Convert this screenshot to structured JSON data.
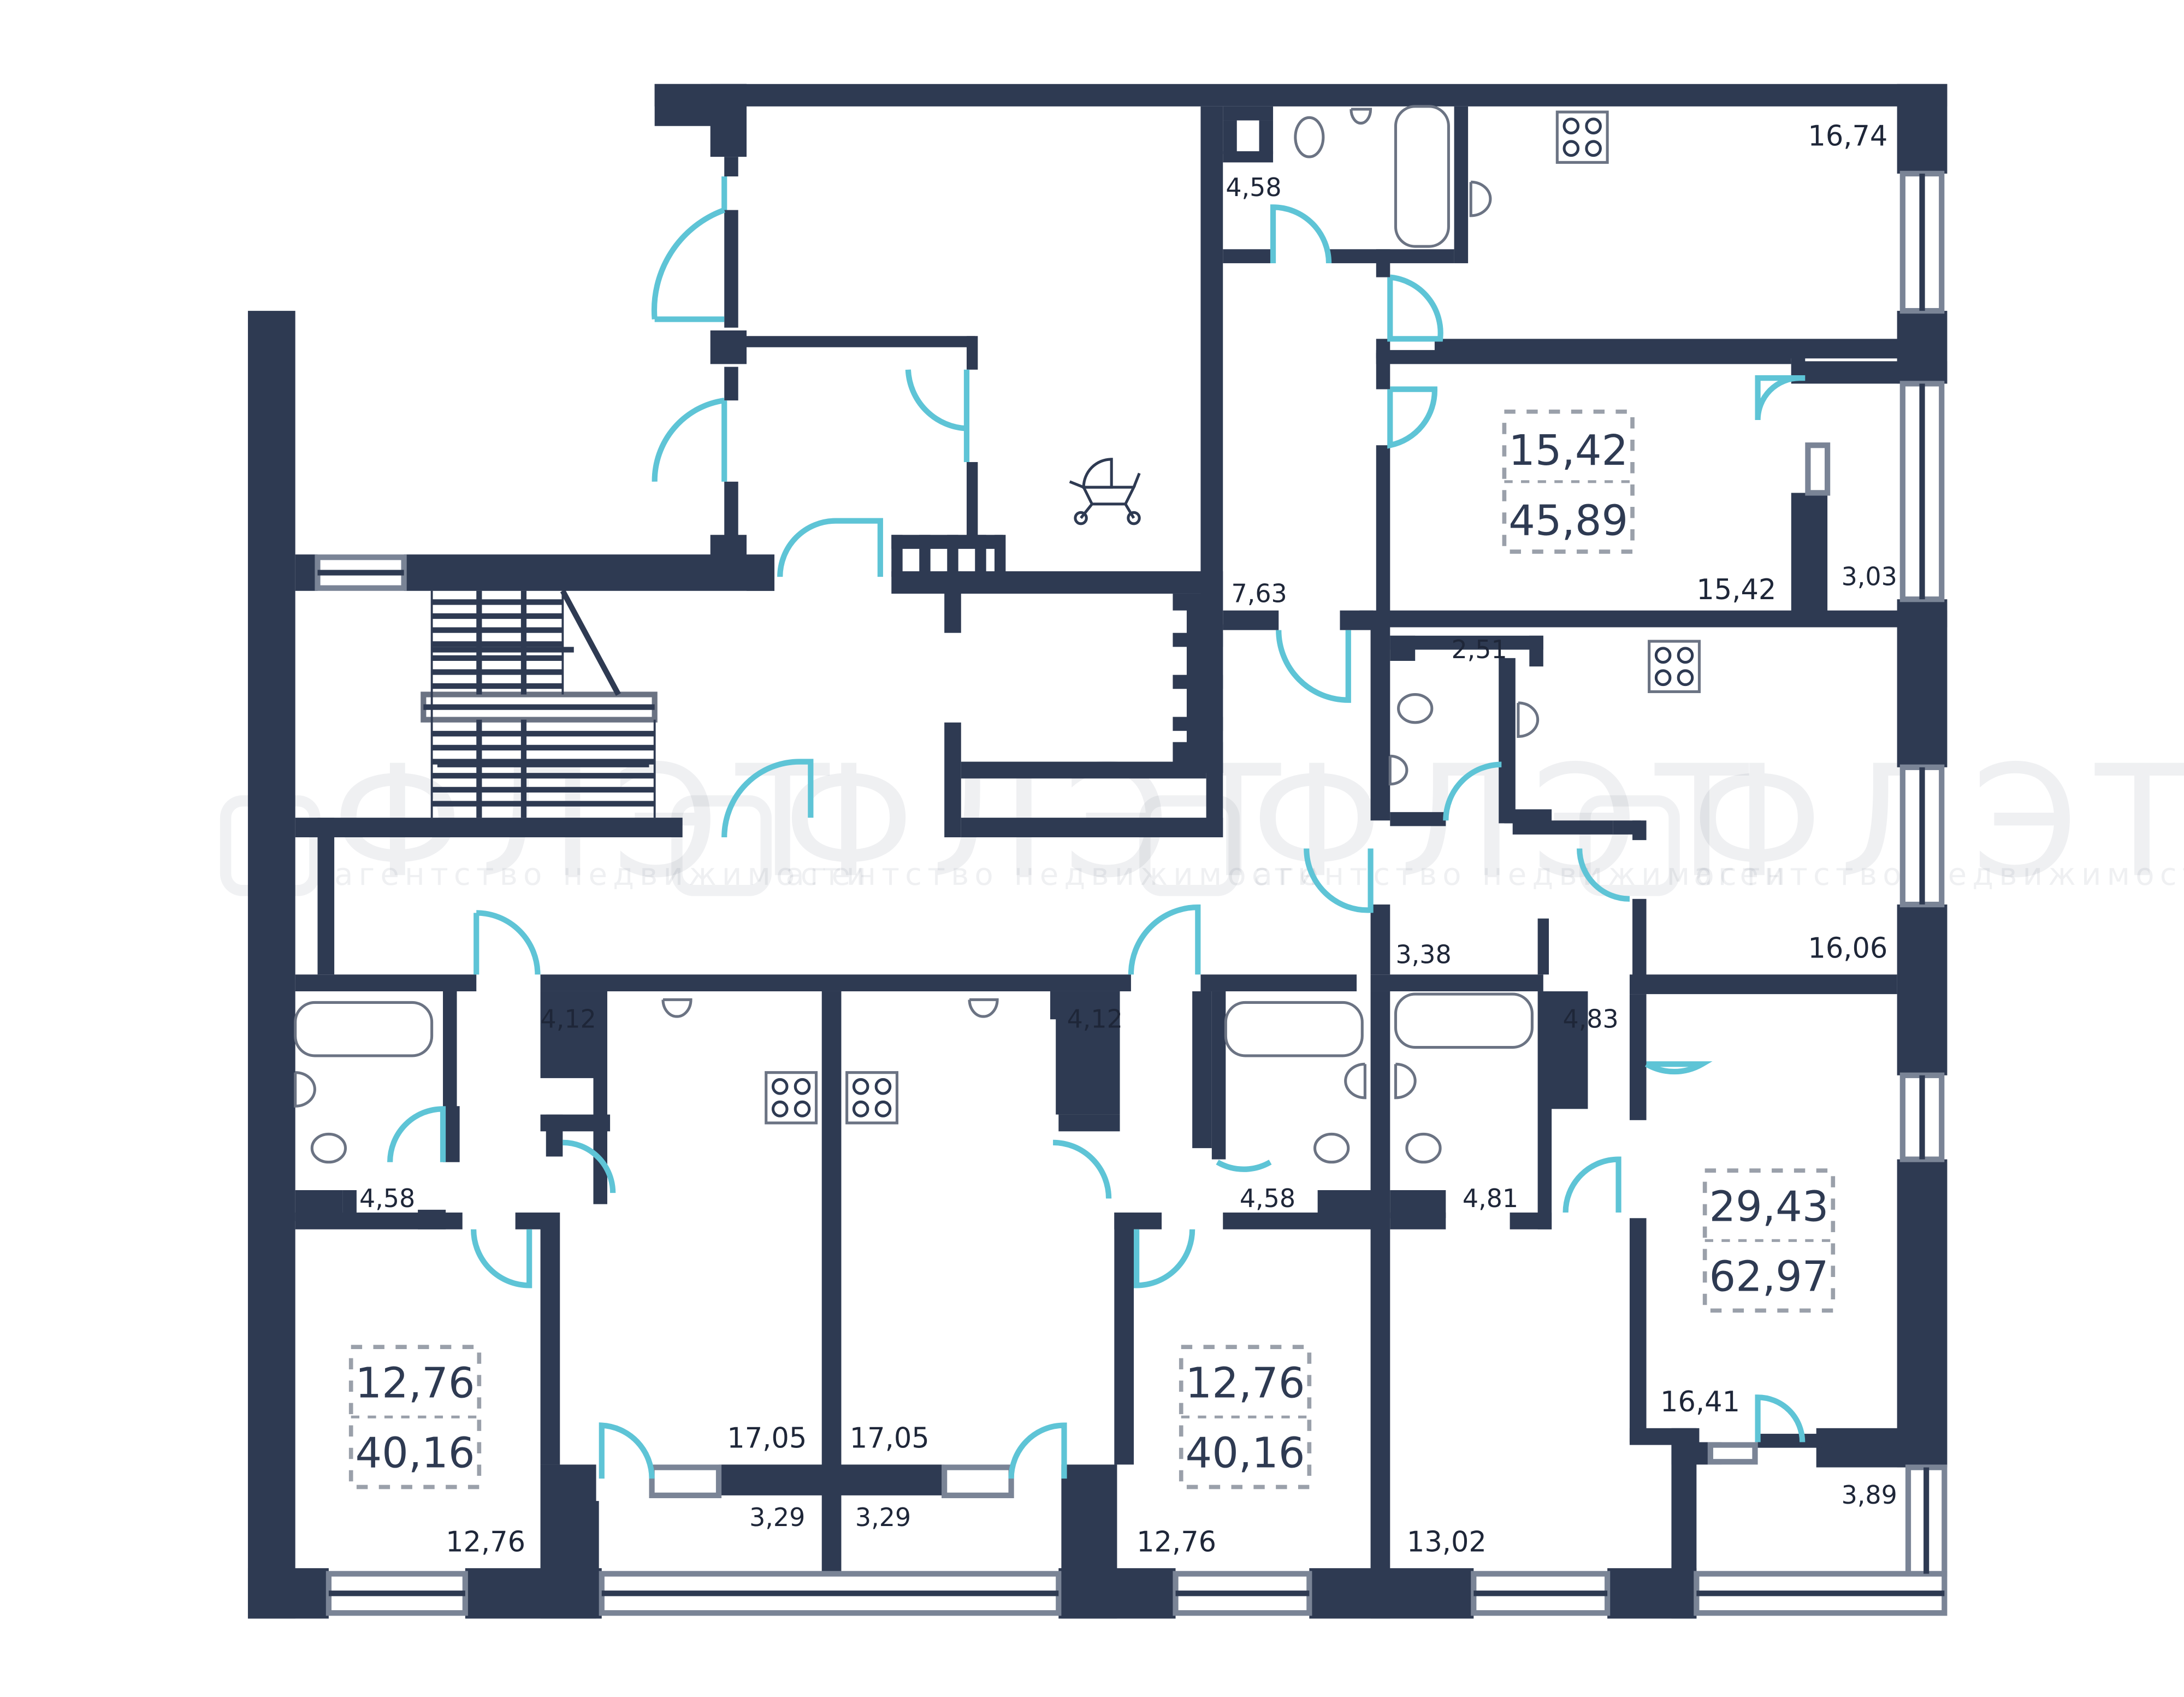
{
  "watermark": {
    "brand": "ФЛЭТ",
    "tagline": "агентство недвижимости"
  },
  "areas": {
    "top_bath_left": "4,58",
    "top_kitchen": "16,74",
    "top_hall": "7,63",
    "top_flat_room": "15,42",
    "top_balcony": "3,03",
    "mid_bath": "2,51",
    "mid_kitchen": "16,06",
    "mid_hall_a": "3,38",
    "mid_hall_b": "4,83",
    "hall_left": "4,12",
    "hall_center": "4,12",
    "bath_left": "4,58",
    "bath_center": "4,58",
    "bath_right": "4,81",
    "studio_left_a": "17,05",
    "studio_left_b": "17,05",
    "loggia_left": "3,29",
    "loggia_right": "3,29",
    "room_left": "12,76",
    "room_center": "12,76",
    "room_right": "13,02",
    "room_corner": "16,41",
    "balcony_corner": "3,89"
  },
  "flats": {
    "top": {
      "living": "15,42",
      "total": "45,89"
    },
    "left": {
      "living": "12,76",
      "total": "40,16"
    },
    "center": {
      "living": "12,76",
      "total": "40,16"
    },
    "right": {
      "living": "29,43",
      "total": "62,97"
    }
  },
  "icons": [
    "stroller-icon",
    "stove-icon",
    "toilet-icon",
    "bathtub-icon",
    "sink-icon",
    "stairs-icon"
  ]
}
